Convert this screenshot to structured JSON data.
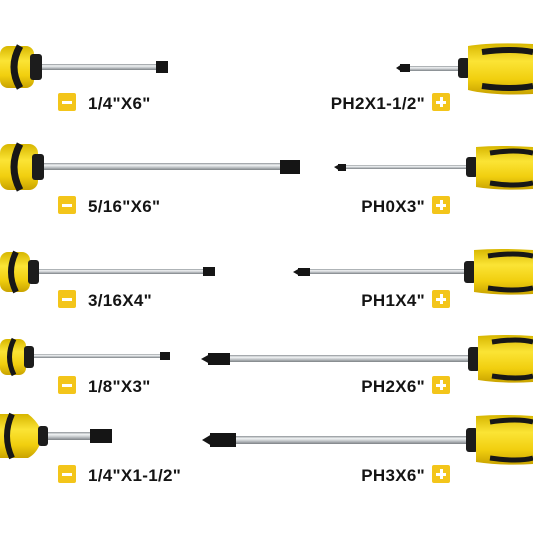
{
  "colors": {
    "handle_yellow": "#f3d511",
    "handle_black": "#171717",
    "shaft_silver": "#d4d7da",
    "tip_black": "#111111",
    "sign_yellow": "#f3c51a"
  },
  "slotted": {
    "type_icon": "minus-sign-icon",
    "items": [
      {
        "label": "1/4\"X6\""
      },
      {
        "label": "5/16\"X6\""
      },
      {
        "label": "3/16X4\""
      },
      {
        "label": "1/8\"X3\""
      },
      {
        "label": "1/4\"X1-1/2\""
      }
    ]
  },
  "phillips": {
    "type_icon": "plus-sign-icon",
    "items": [
      {
        "label": "PH2X1-1/2\""
      },
      {
        "label": "PH0X3\""
      },
      {
        "label": "PH1X4\""
      },
      {
        "label": "PH2X6\""
      },
      {
        "label": "PH3X6\""
      }
    ]
  }
}
